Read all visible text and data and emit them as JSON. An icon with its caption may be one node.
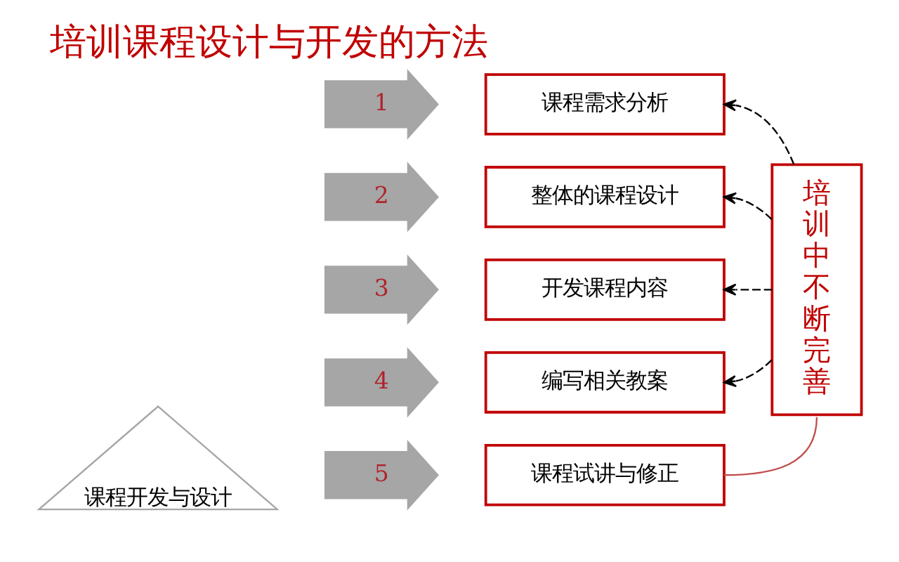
{
  "diagram": {
    "title": "培训课程设计与开发的方法",
    "nodes": [
      {
        "text": [
          "1"
        ]
      },
      {
        "text": [
          "课程需求分析"
        ]
      },
      {
        "text": [
          "2"
        ]
      },
      {
        "text": [
          "整体的课程设计"
        ]
      },
      {
        "text": [
          "3"
        ]
      },
      {
        "text": [
          "开发课程内容"
        ]
      },
      {
        "text": [
          "4"
        ]
      },
      {
        "text": [
          "编写相关教案"
        ]
      },
      {
        "text": [
          "5"
        ]
      },
      {
        "text": [
          "课程试讲与修正"
        ]
      },
      {
        "text": [
          "培训中不断完善"
        ]
      },
      {
        "text": [
          "课程开发与设计"
        ]
      }
    ],
    "edges": [
      {
        "from": 10,
        "to": 1,
        "arrow": "to",
        "style": "dashed"
      },
      {
        "from": 10,
        "to": 3,
        "arrow": "to",
        "style": "dashed"
      },
      {
        "from": 10,
        "to": 5,
        "arrow": "to",
        "style": "dashed"
      },
      {
        "from": 10,
        "to": 7,
        "arrow": "to",
        "style": "dashed"
      },
      {
        "from": 10,
        "to": 9,
        "arrow": "none",
        "color": "#c0504d"
      }
    ]
  }
}
